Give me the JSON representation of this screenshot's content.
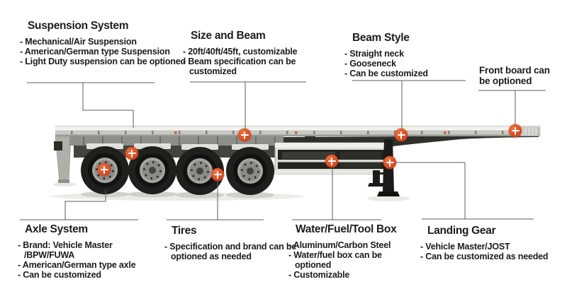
{
  "colors": {
    "marker_orange": "#dd4d22",
    "connector_gray": "#5c5c5c",
    "text_dark": "#1c1c1a"
  },
  "callouts": {
    "suspension_system": {
      "title": "Suspension System",
      "items": [
        "Mechanical/Air Suspension",
        "American/German type Suspension",
        "Light Duty suspension can be optioned"
      ]
    },
    "size_and_beam": {
      "title": "Size and Beam",
      "items": [
        "20ft/40ft/45ft, customizable",
        "Beam specification can be customized"
      ]
    },
    "beam_style": {
      "title": "Beam Style",
      "items": [
        "Straight neck",
        "Gooseneck",
        "Can be customized"
      ]
    },
    "front_board": {
      "label": "Front board can be optioned"
    },
    "axle_system": {
      "title": "Axle System",
      "items": [
        "Brand: Vehicle Master /BPW/FUWA",
        "American/German type axle",
        "Can be customized"
      ]
    },
    "tires": {
      "title": "Tires",
      "items": [
        "Specification and brand can be optioned as needed"
      ]
    },
    "water_fuel_tool_box": {
      "title": "Water/Fuel/Tool Box",
      "items": [
        "Aluminum/Carbon Steel",
        "Water/fuel box can be optioned",
        "Customizable"
      ]
    },
    "landing_gear": {
      "title": "Landing Gear",
      "items": [
        "Vehicle Master/JOST",
        "Can be customized as needed"
      ]
    }
  }
}
